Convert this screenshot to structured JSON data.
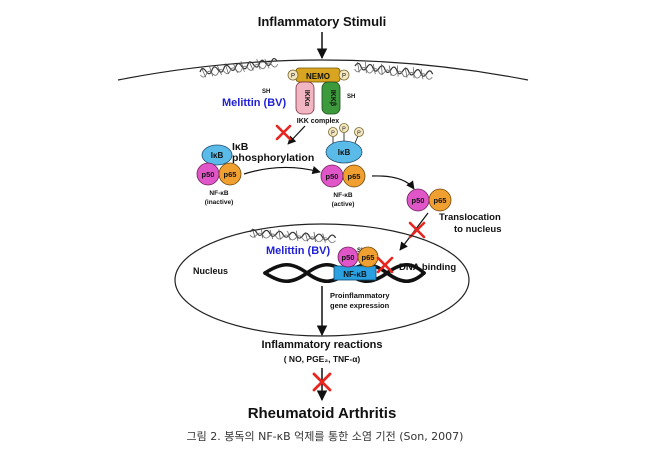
{
  "stimuli": "Inflammatory Stimuli",
  "melittin_top": "Melittin (BV)",
  "melittin_nucleus": "Melittin (BV)",
  "sh": "SH",
  "nemo": "NEMO",
  "ikk_alpha": "IKKα",
  "ikk_beta": "IKKβ",
  "p": "P",
  "ikk_complex": "IKK complex",
  "ikb": "IκB",
  "phosphorylation": "IκB\nphosphorylation",
  "p50": "p50",
  "p65": "p65",
  "nfkb_label": "NF-κB",
  "inactive": "(inactive)",
  "active": "(active)",
  "translocation": "Translocation\nto nucleus",
  "nucleus": "Nucleus",
  "dna_binding": "DNA binding",
  "proinflammatory": "Proinflammatory\ngene expression",
  "inflammatory_reactions": "Inflammatory reactions",
  "mediators": "( NO, PGE₂, TNF-α)",
  "outcome": "Rheumatoid Arthritis",
  "caption": "그림 2. 봉독의 NF-κB 억제를 통한 소염 기전 (Son, 2007)",
  "colors": {
    "ikb": "#5bbbe8",
    "p50": "#e056c8",
    "p65": "#f0a030",
    "nemo": "#d9a520",
    "ikk_alpha": "#f2b6c2",
    "ikk_beta": "#3c9a3c",
    "inhibit": "#e8251f",
    "melittin": "#1f1fd6"
  }
}
